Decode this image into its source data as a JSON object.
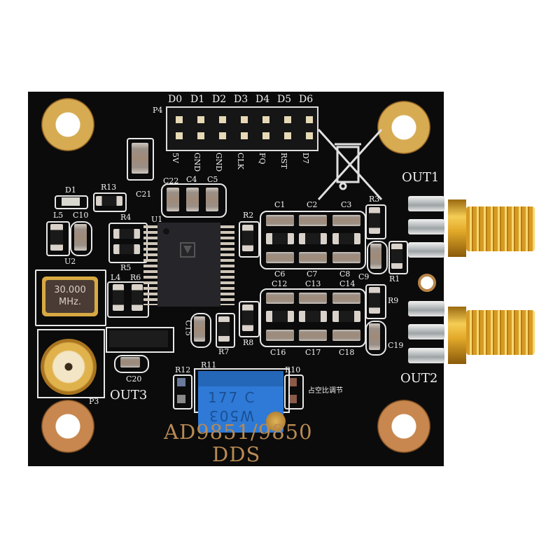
{
  "photo": {
    "subject": "AD9851/9850 DDS signal generator module PCB",
    "board_color": "#0b0b0c",
    "silkscreen_color": "#f2f2f2",
    "gold_color": "#d6ab52",
    "pot_color": "#2e7ad6"
  },
  "header_p4": {
    "designator": "P4",
    "top_labels": [
      "D0",
      "D1",
      "D2",
      "D3",
      "D4",
      "D5",
      "D6"
    ],
    "bottom_labels": [
      "5V",
      "GND",
      "GND",
      "CLK",
      "FQ",
      "RST",
      "D7"
    ]
  },
  "connectors": {
    "out1": "OUT1",
    "out2": "OUT2",
    "out3": "OUT3",
    "p3": "P3"
  },
  "crystal": {
    "line1": "30.000",
    "line2": "MHz."
  },
  "potentiometer": {
    "designator": "R11",
    "line1": "177 C",
    "line2": "W503",
    "label_cn": "占空比调节"
  },
  "board_title": {
    "line1": "AD9851/9850",
    "line2": "DDS"
  },
  "designators": {
    "d1": "D1",
    "r13": "R13",
    "c21": "C21",
    "l5": "L5",
    "c10": "C10",
    "u2": "U2",
    "r4": "R4",
    "r5": "R5",
    "l4": "L4",
    "r6": "R6",
    "u1": "U1",
    "c22": "C22",
    "c4": "C4",
    "c5": "C5",
    "c15": "C15",
    "r7": "R7",
    "c20": "C20",
    "r2": "R2",
    "r3": "R3",
    "r1": "R1",
    "r8": "R8",
    "r9": "R9",
    "c1": "C1",
    "c2": "C2",
    "c3": "C3",
    "c6": "C6",
    "c7": "C7",
    "c8": "C8",
    "c9": "C9",
    "c12": "C12",
    "c13": "C13",
    "c14": "C14",
    "c16": "C16",
    "c17": "C17",
    "c18": "C18",
    "c19": "C19",
    "r10": "R10",
    "r12": "R12"
  }
}
